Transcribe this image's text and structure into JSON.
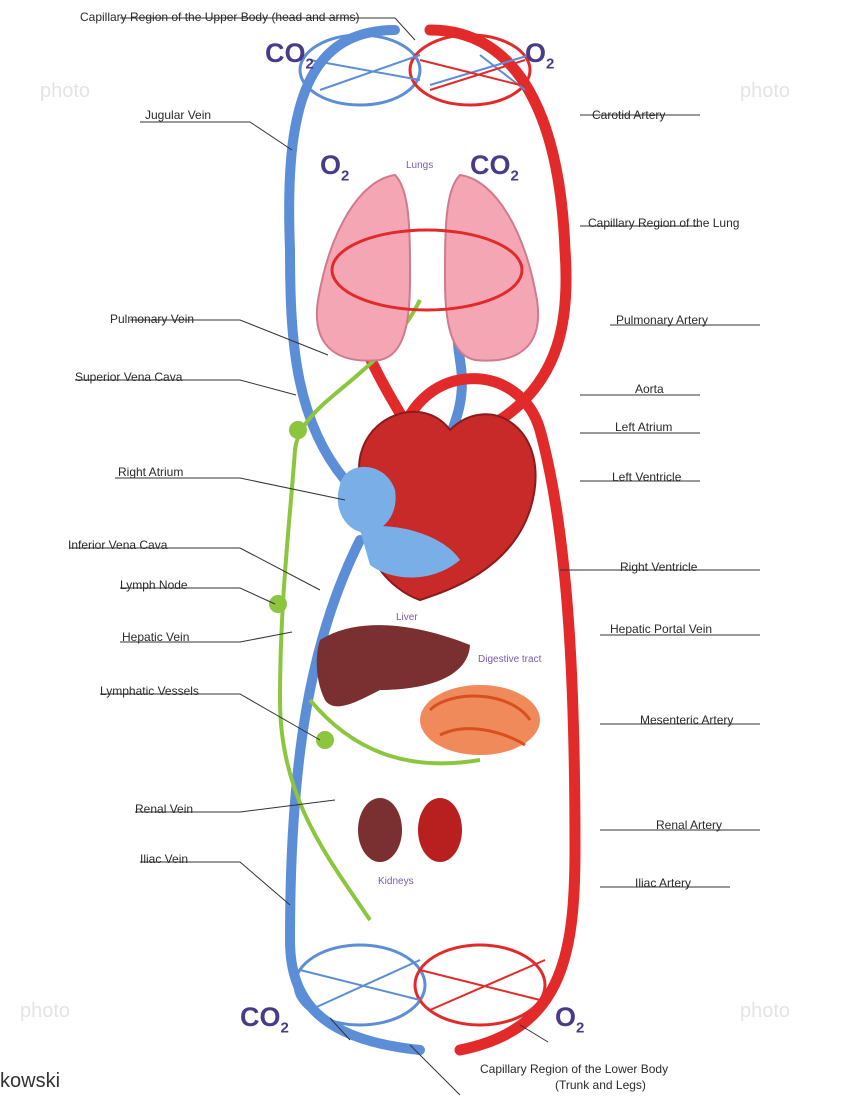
{
  "title": "Capillary Region of the Upper Body (head and arms)",
  "bottom_title": "Capillary Region of the Lower Body",
  "bottom_subtitle": "(Trunk and Legs)",
  "gases": {
    "co2_top": "CO",
    "o2_top": "O",
    "o2_lung": "O",
    "co2_lung": "CO",
    "co2_bottom": "CO",
    "o2_bottom": "O",
    "sub2": "2"
  },
  "organs": {
    "lungs": "Lungs",
    "liver": "Liver",
    "digestive": "Digestive tract",
    "kidneys": "Kidneys"
  },
  "left_labels": [
    "Jugular Vein",
    "Pulmonary Vein",
    "Superior Vena Cava",
    "Right Atrium",
    "Inferior Vena Cava",
    "Lymph Node",
    "Hepatic Vein",
    "Lymphatic Vessels",
    "Renal Vein",
    "Iliac Vein"
  ],
  "right_labels": [
    "Carotid Artery",
    "Capillary Region of the Lung",
    "Pulmonary Artery",
    "Aorta",
    "Left Atrium",
    "Left Ventricle",
    "Right Ventricle",
    "Hepatic Portal Vein",
    "Mesenteric Artery",
    "Renal Artery",
    "Iliac Artery"
  ],
  "credit": "kowski",
  "colors": {
    "vein": "#5b8ed6",
    "artery": "#e32a2a",
    "lymph": "#8cc63f",
    "lung": "#f4a6b4",
    "liver": "#7a3030",
    "gas_text": "#4a3a8a"
  }
}
